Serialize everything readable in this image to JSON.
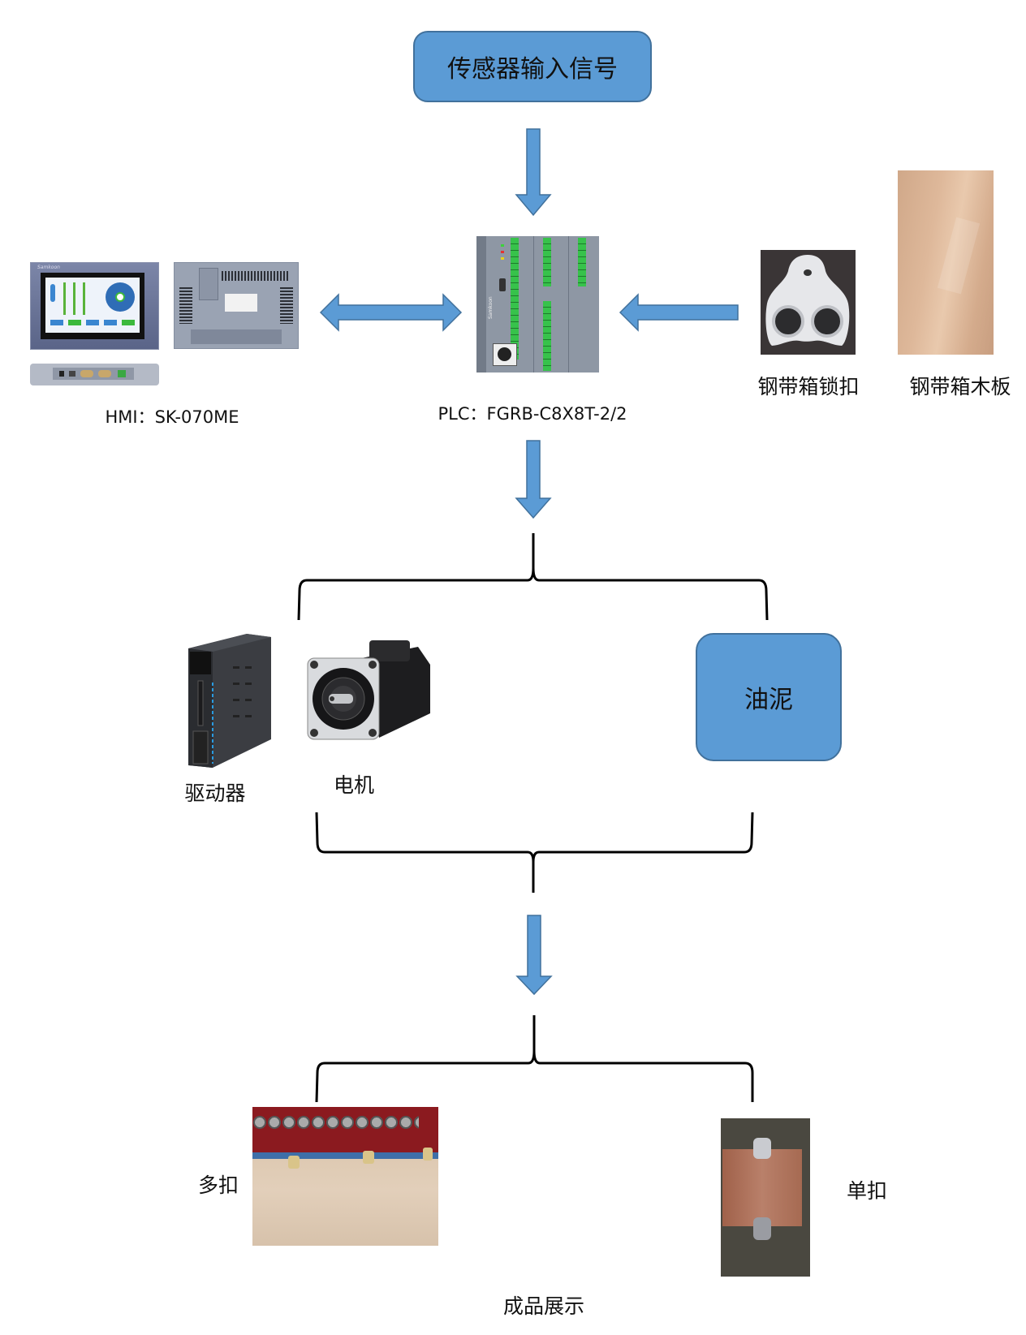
{
  "title": "传感器输入信号",
  "hmi": {
    "label": "HMI：SK-070ME",
    "brand": "Samkoon"
  },
  "plc": {
    "label": "PLC：FGRB-C8X8T-2/2",
    "brand": "Samkoon",
    "leds": [
      "ERR",
      "RUN",
      "STOP"
    ]
  },
  "inputs": [
    {
      "label": "钢带箱锁扣"
    },
    {
      "label": "钢带箱木板"
    }
  ],
  "actuators": {
    "driver_label": "驱动器",
    "motor_label": "电机",
    "pump_label": "油泥"
  },
  "results": {
    "multi_label": "多扣",
    "single_label": "单扣",
    "caption": "成品展示"
  },
  "colors": {
    "box_fill": "#5b9bd5",
    "box_border": "#41719c",
    "arrow_fill": "#5b9bd5",
    "arrow_border": "#41719c"
  }
}
